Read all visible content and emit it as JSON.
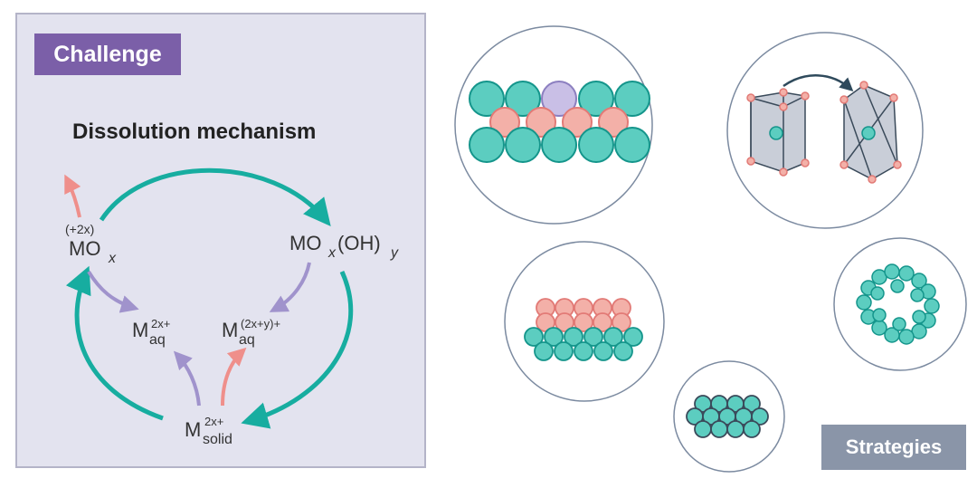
{
  "challenge": {
    "label": "Challenge",
    "title": "Dissolution mechanism",
    "species": {
      "mox_charge": "(+2x)",
      "mox_main": "MO",
      "mox_sub": "x",
      "moxoh_main": "MO",
      "moxoh_sub_x": "x",
      "moxoh_oh": "(OH)",
      "moxoh_sub_y": "y",
      "maq1_main": "M",
      "maq1_sup": "2x+",
      "maq1_sub": "aq",
      "maq2_main": "M",
      "maq2_sup": "(2x+y)+",
      "maq2_sub": "aq",
      "msolid_main": "M",
      "msolid_sup": "2x+",
      "msolid_sub": "solid"
    }
  },
  "strategies": {
    "label": "Strategies"
  },
  "colors": {
    "panel_bg": "#e3e3ef",
    "challenge_bg": "#7b5fa8",
    "teal": "#17ada0",
    "teal_fill": "#5ccdc0",
    "salmon": "#ef8f8b",
    "salmon_fill": "#f3b0a8",
    "lavender": "#a093cc",
    "lavender_fill": "#c9bfe6",
    "strategies_bg": "#8a95a8"
  }
}
